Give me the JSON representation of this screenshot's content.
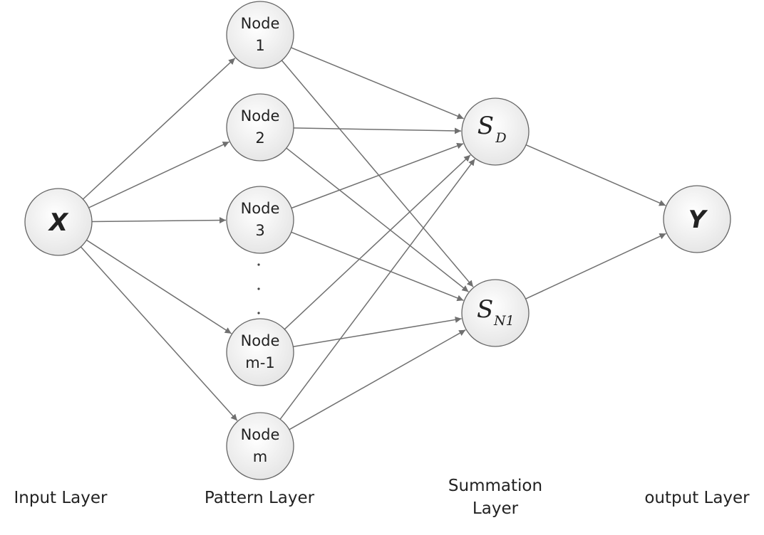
{
  "input_node": {
    "label": "X"
  },
  "pattern_nodes": [
    {
      "line1": "Node",
      "line2": "1"
    },
    {
      "line1": "Node",
      "line2": "2"
    },
    {
      "line1": "Node",
      "line2": "3"
    },
    {
      "line1": "Node",
      "line2": "m-1"
    },
    {
      "line1": "Node",
      "line2": "m"
    }
  ],
  "ellipsis": "· · ·",
  "summation_nodes": [
    {
      "main": "S",
      "sub": "D"
    },
    {
      "main": "S",
      "sub": "N1"
    }
  ],
  "output_node": {
    "label": "Y"
  },
  "layer_labels": {
    "input": "Input Layer",
    "pattern": "Pattern Layer",
    "summation_line1": "Summation",
    "summation_line2": "Layer",
    "output": "output Layer"
  },
  "colors": {
    "edge": "#707070",
    "node_stroke": "#666666",
    "node_fill_center": "#ffffff",
    "node_fill_edge": "#e6e6e6",
    "text": "#222222"
  }
}
